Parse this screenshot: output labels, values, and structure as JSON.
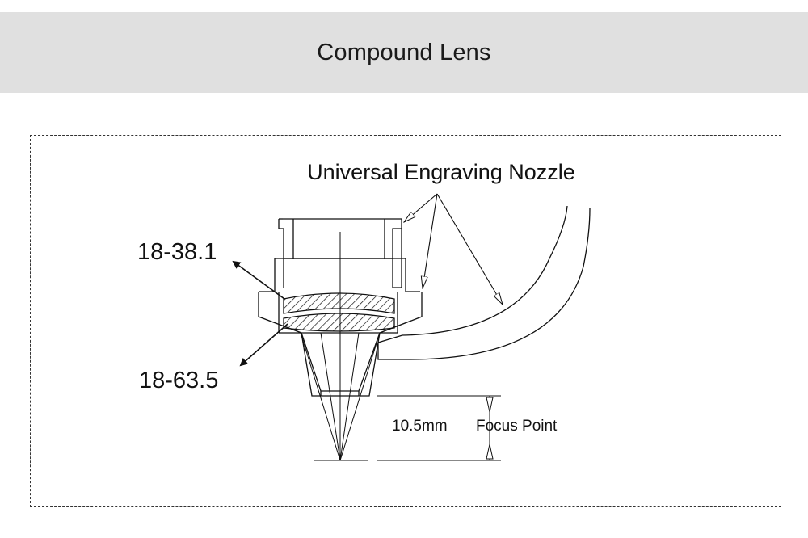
{
  "header": {
    "title": "Compound Lens"
  },
  "diagram": {
    "nozzle_label": "Universal Engraving Nozzle",
    "lens_top_label": "18-38.1",
    "lens_bottom_label": "18-63.5",
    "distance_label": "10.5mm",
    "focus_label": "Focus Point"
  }
}
